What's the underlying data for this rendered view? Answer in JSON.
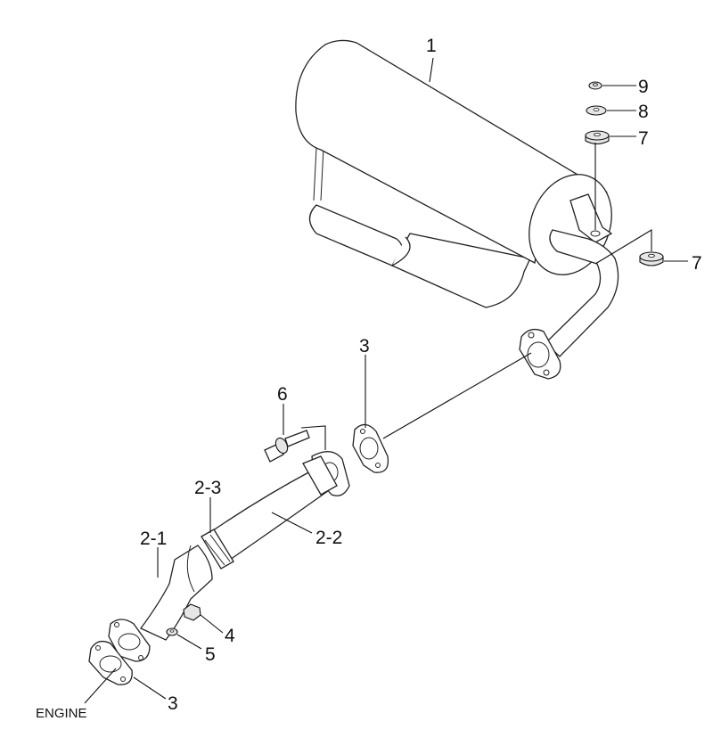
{
  "diagram": {
    "callouts": {
      "muffler": "1",
      "nut_9": "9",
      "washer_8": "8",
      "washer_7_top": "7",
      "washer_7_side": "7",
      "gasket_3_upper": "3",
      "bolt_6": "6",
      "pipe_2_3": "2-3",
      "pipe_2_2": "2-2",
      "pipe_2_1": "2-1",
      "nut_4": "4",
      "washer_5": "5",
      "gasket_3_lower": "3"
    },
    "engine_label": "ENGINE"
  }
}
